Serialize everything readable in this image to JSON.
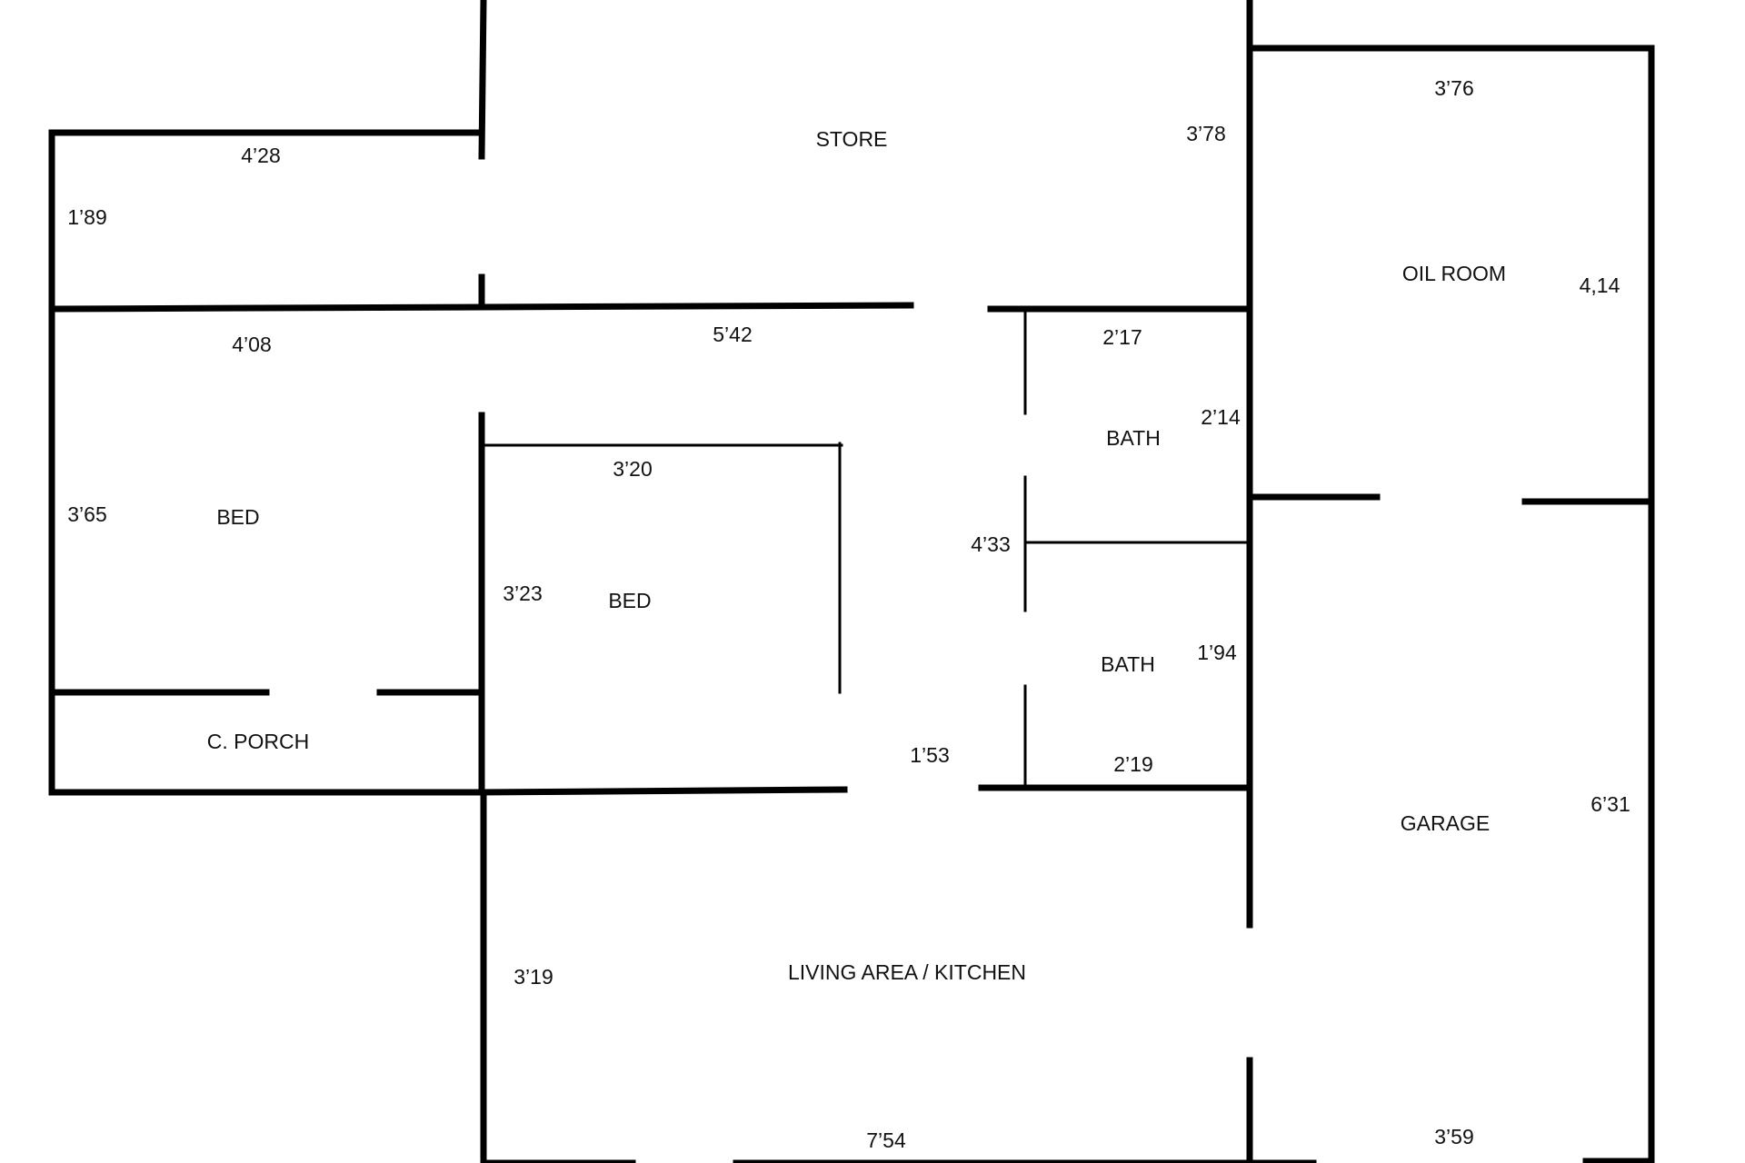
{
  "rooms": {
    "store": "STORE",
    "oil_room": "OIL ROOM",
    "bath_upper": "BATH",
    "bath_lower": "BATH",
    "bed_left": "BED",
    "bed_center": "BED",
    "covered_porch": "C. PORCH",
    "living_kitchen": "LIVING AREA / KITCHEN",
    "garage": "GARAGE"
  },
  "dimensions": {
    "hall_top_width": "4’28",
    "hall_height": "1’89",
    "store_height": "3’78",
    "oil_room_width": "3’76",
    "oil_room_depth": "4,14",
    "bed_left_width": "4’08",
    "corridor_width": "5’42",
    "bath_upper_width": "2’17",
    "bath_upper_depth": "2’14",
    "bed_left_depth": "3’65",
    "bed_center_width": "3’20",
    "bed_center_depth": "3’23",
    "bath_block_depth": "4’33",
    "bath_lower_depth": "1’94",
    "passage_width": "1’53",
    "bath_lower_width": "2’19",
    "garage_depth": "6’31",
    "living_depth": "3’19",
    "living_width": "7’54",
    "garage_width": "3’59"
  },
  "colors": {
    "wall": "#000000",
    "background": "#ffffff",
    "text": "#111111"
  }
}
